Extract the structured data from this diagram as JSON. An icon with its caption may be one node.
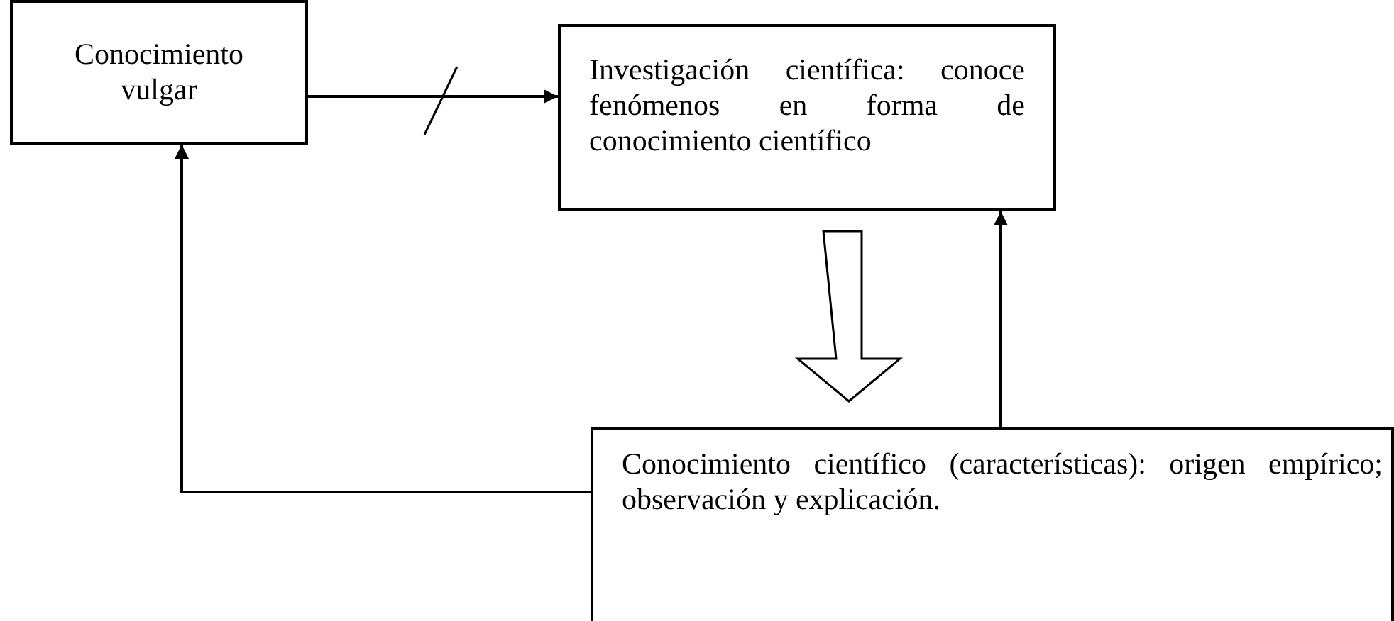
{
  "diagram": {
    "nodes": [
      {
        "text": [
          "Conocimiento vulgar"
        ]
      },
      {
        "text": [
          "Investigación científica: conoce fenómenos en forma de conocimiento científico"
        ]
      },
      {
        "text": [
          "Conocimiento científico (características): origen empírico; observación y explicación."
        ]
      }
    ],
    "edges": [
      {
        "from": 0,
        "to": 1,
        "arrow": "to"
      },
      {
        "from": 1,
        "to": 2,
        "arrow": "to",
        "style": "thick"
      },
      {
        "from": 2,
        "to": 1,
        "arrow": "to"
      },
      {
        "from": 2,
        "to": 0,
        "arrow": "to"
      }
    ]
  }
}
